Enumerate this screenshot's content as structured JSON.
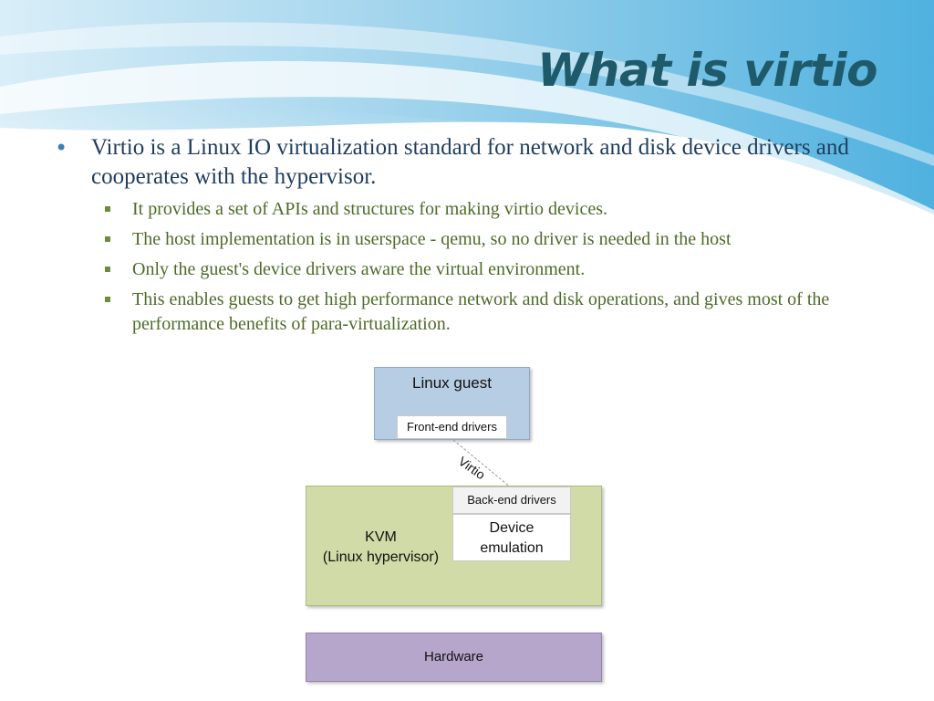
{
  "slide": {
    "title": "What is virtio",
    "main_bullet": "Virtio is a Linux IO virtualization standard for network and disk device drivers and cooperates with the hypervisor.",
    "sub_bullets": [
      "It provides a set of APIs and structures for making virtio devices.",
      "The host implementation is in userspace - qemu, so no driver is needed in the host",
      "Only the guest's device drivers aware the virtual environment.",
      "This enables guests to get high performance network and disk operations, and gives most of the performance benefits of para-virtualization."
    ]
  },
  "diagram": {
    "linux_guest": "Linux guest",
    "frontend": "Front-end drivers",
    "virtio_label": "Virtio",
    "backend": "Back-end drivers",
    "device_emulation": "Device emulation",
    "kvm_line1": "KVM",
    "kvm_line2": "(Linux hypervisor)",
    "hardware": "Hardware"
  },
  "colors": {
    "title": "#1f5a6b",
    "guest_fill": "#b7cde3",
    "kvm_fill": "#d1dba8",
    "hardware_fill": "#b6a6cb"
  }
}
